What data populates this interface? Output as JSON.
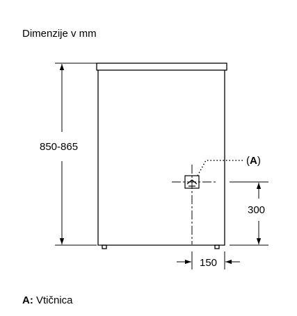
{
  "title": "Dimenzije v mm",
  "dimensions": {
    "height_label": "850-865",
    "socket_height_label": "300",
    "socket_offset_label": "150"
  },
  "callout": {
    "open": "(",
    "letter": "A",
    "close": ")"
  },
  "legend": {
    "key": "A:",
    "text": " Vtičnica"
  }
}
